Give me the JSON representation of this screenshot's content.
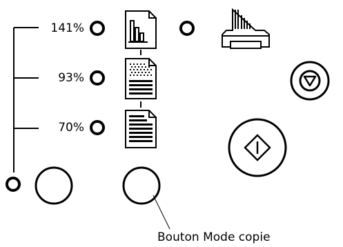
{
  "zoom_levels": [
    {
      "label": "141%"
    },
    {
      "label": "93%"
    },
    {
      "label": "70%"
    }
  ],
  "callout": {
    "text": "Bouton Mode copie"
  },
  "icons": {
    "row1": "bar-chart-document-icon",
    "row2": "halftone-document-icon",
    "row3": "text-document-icon",
    "printer": "printer-icon",
    "stop": "stop-icon",
    "start": "start-diamond-icon"
  }
}
